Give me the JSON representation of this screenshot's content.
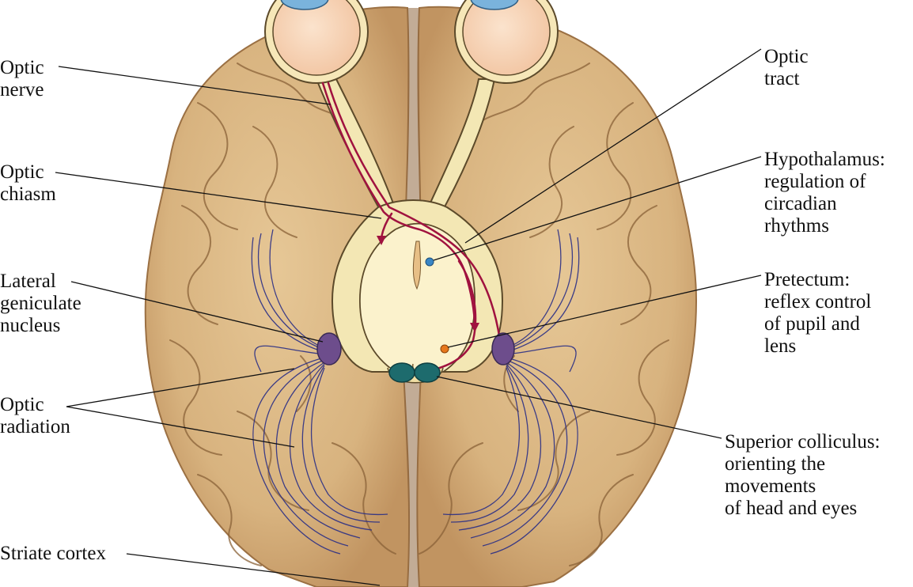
{
  "labels": {
    "optic_nerve": [
      "Optic",
      "nerve"
    ],
    "optic_chiasm": [
      "Optic",
      "chiasm"
    ],
    "lateral_geniculate_nucleus": [
      "Lateral",
      "geniculate",
      "nucleus"
    ],
    "optic_radiation": [
      "Optic",
      "radiation"
    ],
    "striate_cortex": [
      "Striate cortex"
    ],
    "optic_tract": [
      "Optic",
      "tract"
    ],
    "hypothalamus": [
      "Hypothalamus:",
      "regulation of",
      "circadian",
      "rhythms"
    ],
    "pretectum": [
      "Pretectum:",
      "reflex control",
      "of pupil and",
      "lens"
    ],
    "superior_colliculus": [
      "Superior colliculus:",
      "orienting the",
      "movements",
      "of head and eyes"
    ]
  },
  "colors": {
    "brain": "#d8b37f",
    "brain_shadow": "#b88d57",
    "sulcus": "#8a6238",
    "pathway": "#f3e7b4",
    "pathway_outline": "#5c4a2a",
    "eyeball": "#f6cfae",
    "cornea": "#7ab3dc",
    "signal": "#a0123f",
    "radiation": "#2b2f86",
    "lgn": "#6d4d8c",
    "colliculus": "#1d6b6d",
    "hypothalamus": "#3a86c4",
    "pretectum": "#e6771c"
  }
}
